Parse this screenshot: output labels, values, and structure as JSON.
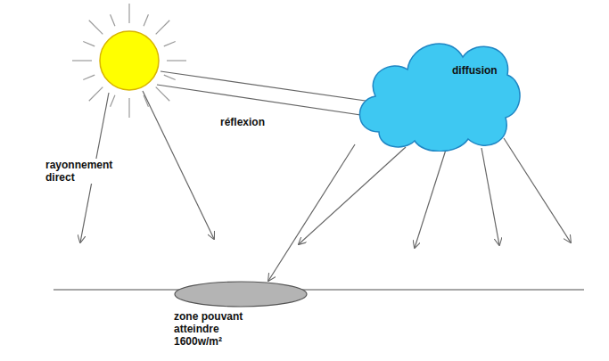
{
  "diagram": {
    "nodes": [
      {
        "text": [
          "diffusion"
        ]
      },
      {
        "text": [
          "zone pouvant atteindre 1600w/m²"
        ]
      }
    ],
    "edges": [
      {
        "from": 0,
        "to": 1,
        "arrow": "to"
      }
    ],
    "labels": [
      "réflexion",
      "rayonnement direct"
    ]
  }
}
